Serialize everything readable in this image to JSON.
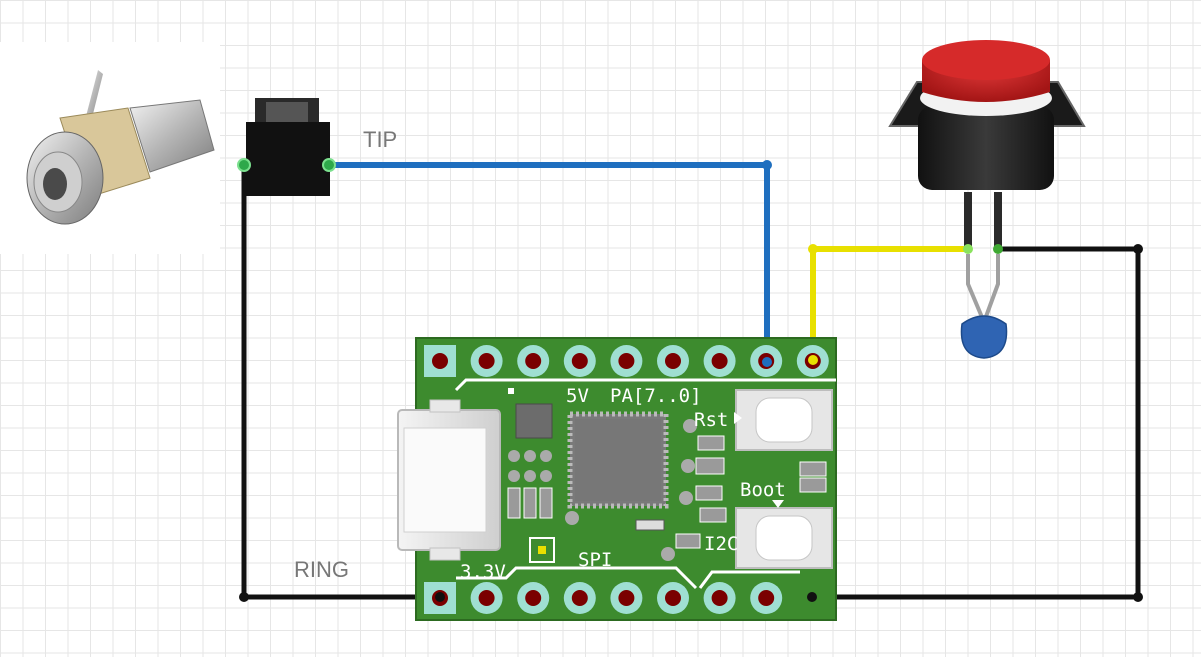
{
  "labels": {
    "tip": "TIP",
    "ring": "RING"
  },
  "board": {
    "name": "microcontroller-board",
    "silkscreen": {
      "v5": "5V",
      "pa": "PA[7..0]",
      "rst": "Rst",
      "boot": "Boot",
      "i2c": "I2C",
      "spi": "SPI",
      "v33": "3.3V"
    },
    "top_pin_count": 9,
    "bottom_pin_count": 8
  },
  "components": {
    "audio_jack": "audio-jack",
    "push_button": "push-button",
    "capacitor": "ceramic-capacitor"
  },
  "colors": {
    "background": "#ffffff",
    "grid": "#e6e6e6",
    "pcb": "#3d8b2e",
    "wire_tip": "#1f6fbf",
    "wire_button": "#e8e000",
    "wire_ground": "#111111",
    "pad_ring": "#9fdfd2",
    "pad_hole": "#7a0000",
    "button_cap": "#cc1f1f",
    "capacitor": "#2f64b3"
  }
}
